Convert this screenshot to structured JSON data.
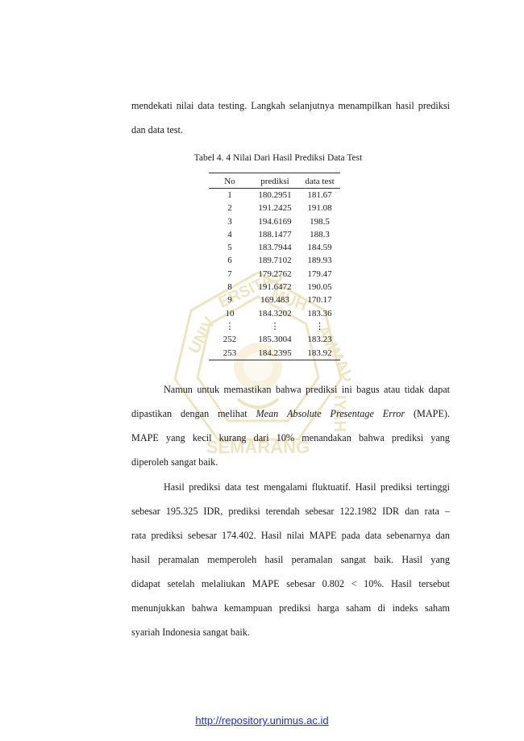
{
  "paragraph_top": {
    "lines": [
      "mendekati nilai data testing. Langkah selanjutnya menampilkan hasil prediksi",
      "dan data test."
    ]
  },
  "table": {
    "caption": "Tabel 4. 4 Nilai Dari Hasil Prediksi Data Test",
    "headers": [
      "No",
      "prediksi",
      "data test"
    ],
    "rows": [
      [
        "1",
        "180.2951",
        "181.67"
      ],
      [
        "2",
        "191.2425",
        "191.08"
      ],
      [
        "3",
        "194.6169",
        "198.5"
      ],
      [
        "4",
        "188.1477",
        "188.3"
      ],
      [
        "5",
        "183.7944",
        "184.59"
      ],
      [
        "6",
        "189.7102",
        "189.93"
      ],
      [
        "7",
        "179.2762",
        "179.47"
      ],
      [
        "8",
        "191.6472",
        "190.05"
      ],
      [
        "9",
        "169.483",
        "170.17"
      ],
      [
        "10",
        "184.3202",
        "183.36"
      ],
      [
        "⋮",
        "⋮",
        "⋮"
      ],
      [
        "252",
        "185.3004",
        "183.23"
      ],
      [
        "253",
        "184.2395",
        "183.92"
      ]
    ]
  },
  "paragraph_mape": {
    "line1": "Namun untuk memastikan bahwa prediksi ini bagus atau tidak dapat",
    "line2_pre": "dipastikan dengan melihat",
    "line2_em": "Mean Absolute Presentage Error",
    "line2_post": "(MAPE).",
    "line3": "MAPE yang kecil kurang dari 10% menandakan bahwa prediksi yang",
    "line4": "diperoleh sangat baik."
  },
  "paragraph_result": {
    "lines": [
      "Hasil prediksi data test mengalami fluktuatif. Hasil prediksi tertinggi",
      "sebesar 195.325 IDR, prediksi terendah sebesar 122.1982 IDR dan rata –",
      "rata prediksi sebesar 174.402. Hasil nilai MAPE pada data sebenarnya dan",
      "hasil peramalan memperoleh hasil peramalan sangat baik. Hasil yang",
      "didapat setelah melaliukan MAPE sebesar 0.802 < 10%. Hasil tersebut",
      "menunjukkan bahwa kemampuan prediksi harga saham di indeks saham",
      "syariah Indonesia sangat baik."
    ]
  },
  "watermark": {
    "text_top": "UNIVERSITAS MUHAMMADIYAH",
    "text_bottom": "SEMARANG",
    "color": "#c9a227"
  },
  "footer": {
    "link_text": "http://repository.unimus.ac.id",
    "link_color": "#1a2fd6"
  }
}
